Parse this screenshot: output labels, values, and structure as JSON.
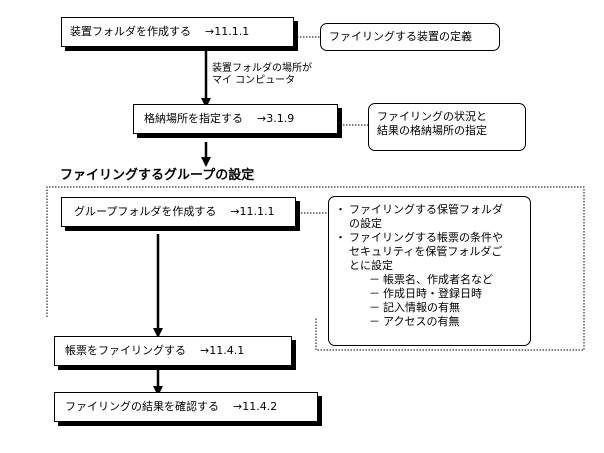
{
  "steps": [
    {
      "label": "装置フォルダを作成する",
      "ref": "→11.1.1"
    },
    {
      "label": "格納場所を指定する",
      "ref": "→3.1.9"
    },
    {
      "label": "グループフォルダを作成する",
      "ref": "→11.1.1"
    },
    {
      "label": "帳票をファイリングする",
      "ref": "→11.4.1"
    },
    {
      "label": "ファイリングの結果を確認する",
      "ref": "→11.4.2"
    }
  ],
  "edge_label": {
    "line1": "装置フォルダの場所が",
    "line2": "マイ コンピュータ"
  },
  "notes": {
    "device_definition": "ファイリングする装置の定義",
    "storage": {
      "line1": "ファイリングの状況と",
      "line2": "結果の格納場所の指定"
    },
    "group": {
      "bullets": [
        {
          "line1": "ファイリングする保管フォルダ",
          "line2": "の設定"
        },
        {
          "line1": "ファイリングする帳票の条件や",
          "line2": "セキュリティを保管フォルダご",
          "line3": "とに設定"
        }
      ],
      "sub_items": [
        "帳票名、作成者名など",
        "作成日時・登録日時",
        "記入情報の有無",
        "アクセスの有無"
      ]
    }
  },
  "section_title": "ファイリングするグループの設定"
}
